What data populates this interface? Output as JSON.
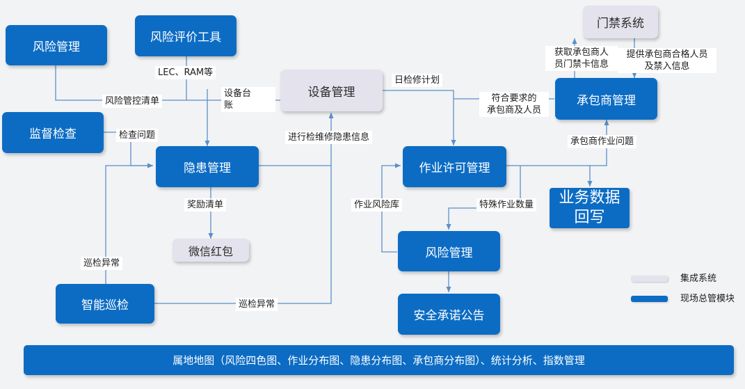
{
  "colors": {
    "module_blue": "#0c6cc4",
    "system_gray": "#e4e2ec",
    "connector": "#5a8fc8",
    "background": "#f2f3f5"
  },
  "nodes": {
    "risk_mgmt_top": "风险管理",
    "risk_eval_tool": "风险评价工具",
    "supervision_check": "监督检查",
    "hazard_mgmt": "隐患管理",
    "equipment_mgmt": "设备管理",
    "access_control": "门禁系统",
    "contractor_mgmt": "承包商管理",
    "work_permit": "作业许可管理",
    "biz_data_writeback": "业务数据\n回写",
    "wechat_redpacket": "微信红包",
    "risk_mgmt_bottom": "风险管理",
    "smart_patrol": "智能巡检",
    "safety_pledge": "安全承诺公告",
    "territory_map": "属地地图（风险四色图、作业分布图、隐患分布图、承包商分布图）、统计分析、指数管理"
  },
  "edge_labels": {
    "lec_ram": "LEC、RAM等",
    "risk_control_list": "风险管控清单",
    "equipment_ledger": "设备台\n账",
    "inspection_issues": "检查问题",
    "maintenance_hazard_info": "进行检维修隐患信息",
    "daily_maintenance_plan": "日检修计划",
    "qualified_contractors": "符合要求的\n承包商及人员",
    "get_card_info": "获取承包商人\n员门禁卡信息",
    "provide_qualified_info": "提供承包商合格人员\n及禁入信息",
    "contractor_work_issues": "承包商作业问题",
    "reward_list": "奖励清单",
    "work_risk_library": "作业风险库",
    "special_work_count": "特殊作业数量",
    "patrol_anomaly_left": "巡检异常",
    "patrol_anomaly_bottom": "巡检异常"
  },
  "legend": {
    "integrated_system": "集成系统",
    "onsite_module": "现场总管模块"
  }
}
